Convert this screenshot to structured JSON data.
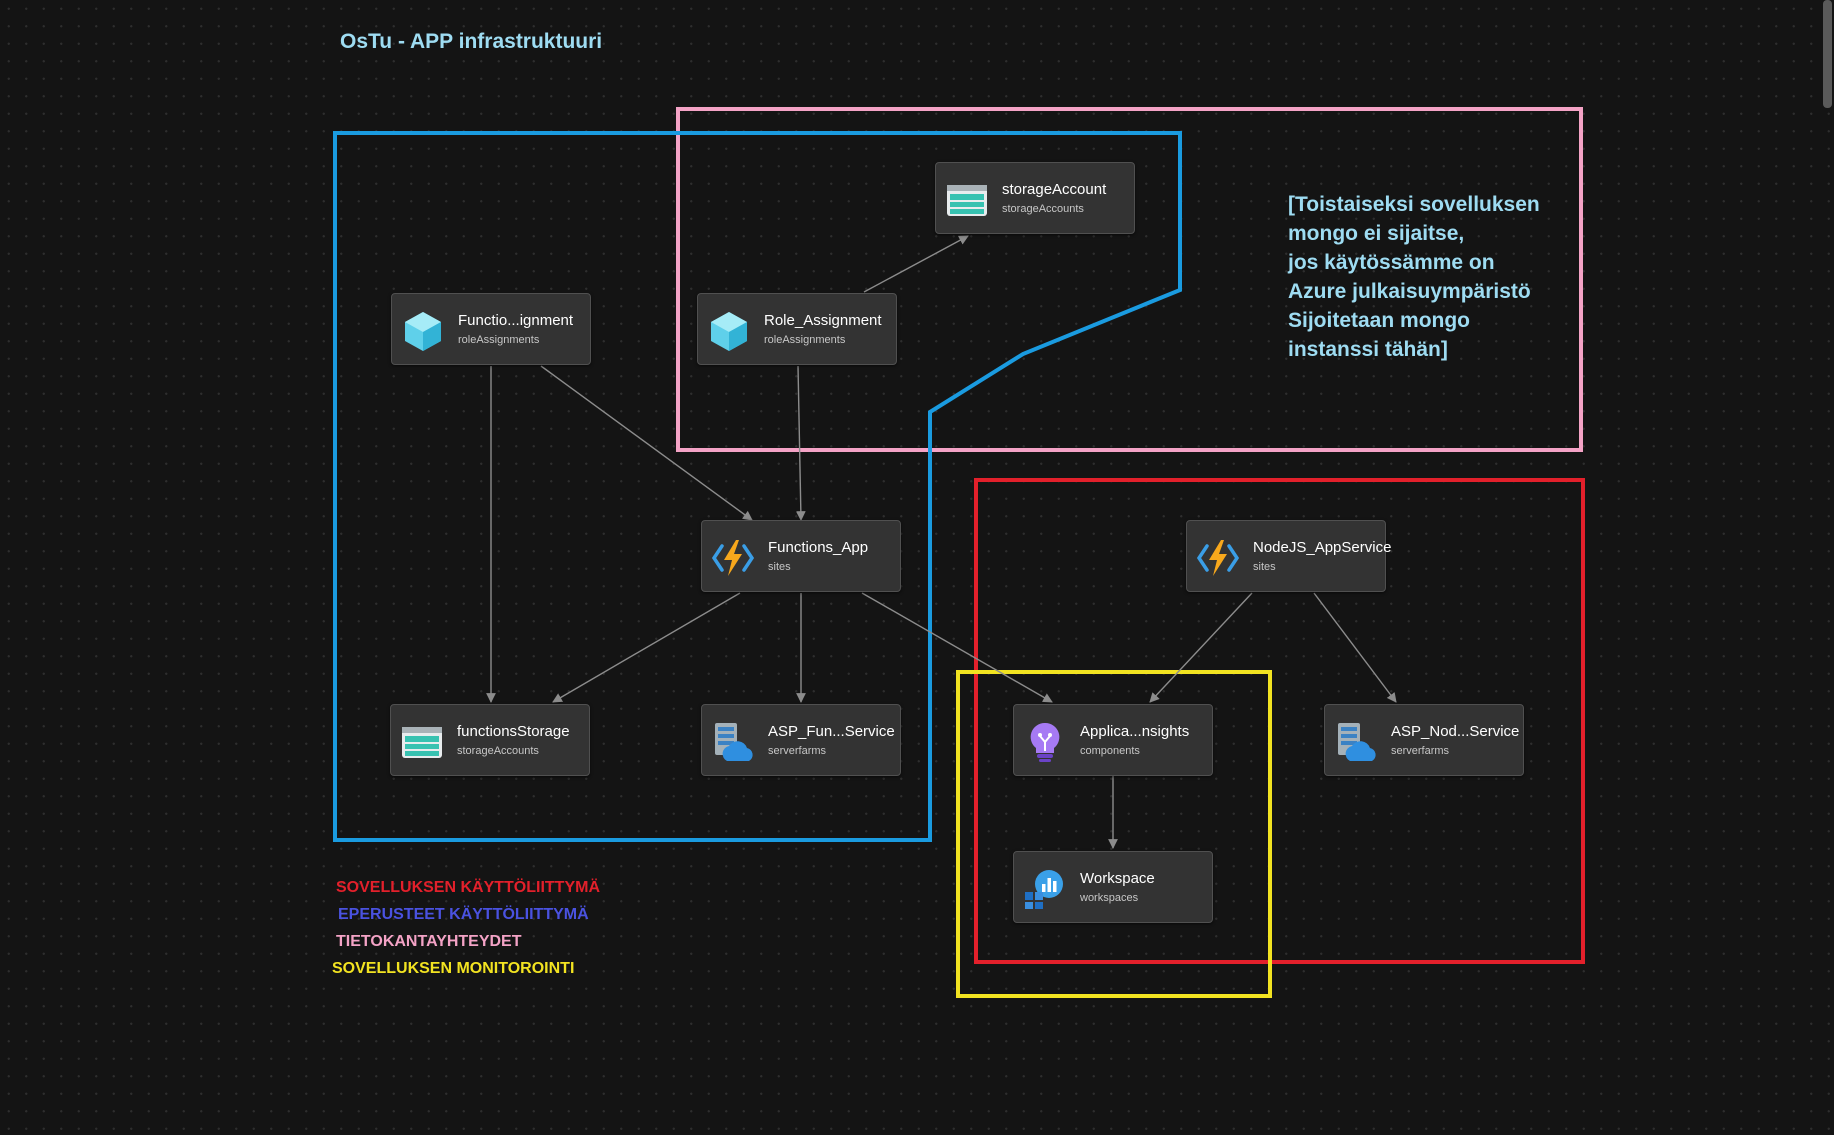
{
  "title": "OsTu - APP infrastruktuuri",
  "note_lines": [
    "[Toistaiseksi sovelluksen",
    "mongo ei sijaitse,",
    "jos käytössämme on",
    "Azure julkaisuympäristö",
    "Sijoitetaan mongo",
    "instanssi tähän]"
  ],
  "nodes": {
    "storage_account": {
      "name": "storageAccount",
      "type": "storageAccounts",
      "icon": "storage-icon"
    },
    "functio_assignment": {
      "name": "Functio...ignment",
      "type": "roleAssignments",
      "icon": "cube-icon"
    },
    "role_assignment": {
      "name": "Role_Assignment",
      "type": "roleAssignments",
      "icon": "cube-icon"
    },
    "functions_app": {
      "name": "Functions_App",
      "type": "sites",
      "icon": "lightning-icon"
    },
    "nodejs_appservice": {
      "name": "NodeJS_AppService",
      "type": "sites",
      "icon": "lightning-icon"
    },
    "functions_storage": {
      "name": "functionsStorage",
      "type": "storageAccounts",
      "icon": "storage-icon"
    },
    "asp_fun_service": {
      "name": "ASP_Fun...Service",
      "type": "serverfarms",
      "icon": "server-cloud-icon"
    },
    "applica_nsights": {
      "name": "Applica...nsights",
      "type": "components",
      "icon": "lightbulb-icon"
    },
    "asp_nod_service": {
      "name": "ASP_Nod...Service",
      "type": "serverfarms",
      "icon": "server-cloud-icon"
    },
    "workspace": {
      "name": "Workspace",
      "type": "workspaces",
      "icon": "workspace-chart-icon"
    }
  },
  "legend": [
    {
      "label": "SOVELLUKSEN KÄYTTÖLIITTYMÄ",
      "color": "#e3202b"
    },
    {
      "label": "EPERUSTEET KÄYTTÖLIITTYMÄ",
      "color": "#4a52e0"
    },
    {
      "label": "TIETOKANTAYHTEYDET",
      "color": "#f4a3c6"
    },
    {
      "label": "SOVELLUKSEN MONITOROINTI",
      "color": "#f2e321"
    }
  ],
  "colors": {
    "frame_blue": "#1a9be0",
    "frame_pink": "#f4a3c6",
    "frame_red": "#e3202b",
    "frame_yellow": "#f2e321",
    "edge": "#8c8c8c",
    "title": "#9edcf2"
  }
}
